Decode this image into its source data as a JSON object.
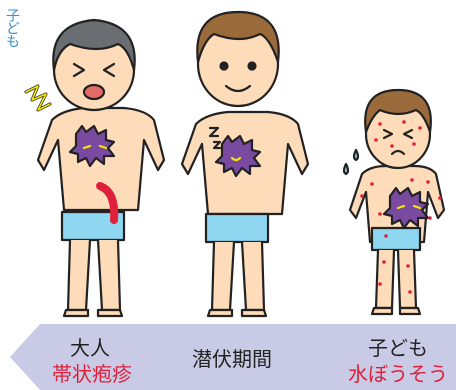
{
  "side_label": "子ども",
  "stages": {
    "adult": {
      "label": "大人",
      "disease": "帯状疱疹"
    },
    "latent": {
      "label": "潜伏期間"
    },
    "child": {
      "label": "子ども",
      "disease": "水ぼうそう"
    }
  },
  "colors": {
    "arrow": "#c9cbe6",
    "skin": "#ffdcb9",
    "hair_adult": "#6a6e72",
    "hair_young": "#9b6a3b",
    "shorts": "#8fd6f0",
    "virus": "#7a4aa0",
    "rash": "#e0203a"
  }
}
